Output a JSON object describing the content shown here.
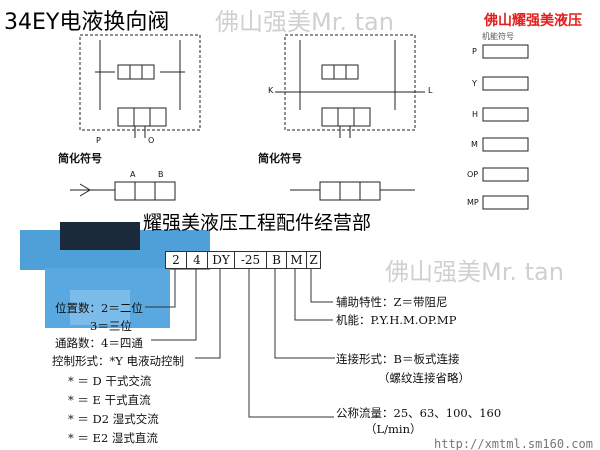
{
  "title": "34EY电液换向阀",
  "brand": "佛山耀强美液压",
  "simplified_label": "简化符号",
  "center_text": "耀强美液压工程配件经营部",
  "ports": {
    "a": "A",
    "b": "B",
    "p": "P",
    "o": "O",
    "k": "K",
    "l": "L"
  },
  "functions_header": "机能符号",
  "functions": [
    "P",
    "Y",
    "H",
    "M",
    "OP",
    "MP"
  ],
  "code": [
    "2",
    "4",
    "DY",
    "-25",
    "B",
    "M",
    "Z"
  ],
  "left_labels": [
    "位置数：2＝二位",
    "3＝三位",
    "通路数：4＝四通",
    "控制形式：*Y 电液动控制",
    "* ＝ D 干式交流",
    "* ＝ E 干式直流",
    "* ＝ D2 湿式交流",
    "* ＝ E2 湿式直流"
  ],
  "right_labels": [
    "辅助特性：Z＝带阻尼",
    "机能：P.Y.H.M.OP.MP",
    "连接形式：B＝板式连接",
    "（螺纹连接省略）",
    "公称流量：25、63、100、160",
    "（L/min）"
  ],
  "watermark": "佛山强美Mr. tan",
  "url": "http://xmtml.sm160.com"
}
